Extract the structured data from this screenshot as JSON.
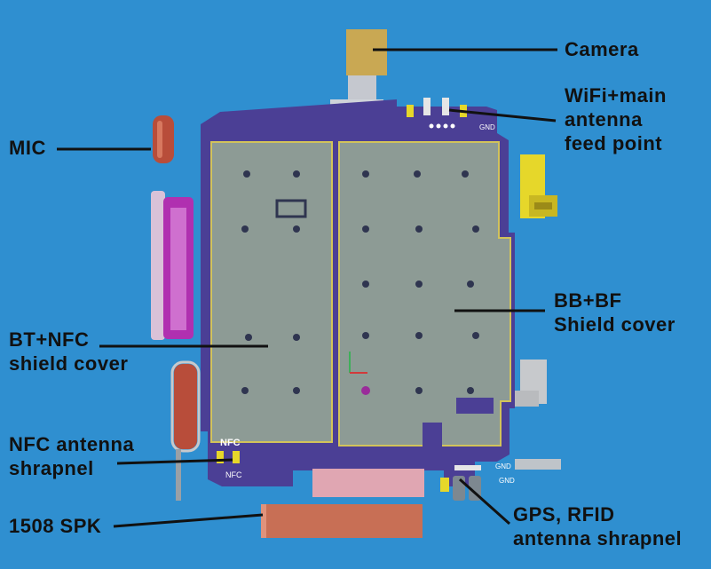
{
  "labels": {
    "camera": "Camera",
    "wifi_line1": "WiFi+main",
    "wifi_line2": "antenna",
    "wifi_line3": "feed point",
    "mic": "MIC",
    "bb_line1": "BB+BF",
    "bb_line2": "Shield cover",
    "bt_line1": "BT+NFC",
    "bt_line2": "shield cover",
    "nfc_line1": "NFC antenna",
    "nfc_line2": "shrapnel",
    "spk": "1508 SPK",
    "gps_line1": "GPS, RFID",
    "gps_line2": "antenna shrapnel"
  },
  "silkscreen": {
    "nfc_top": "NFC",
    "nfc_bottom": "NFC",
    "gnd_top": "GND",
    "gnd_right": "GND",
    "gnd_br": "GND"
  },
  "colors": {
    "background": "#2f8fd0",
    "pcb": "#4b3f95",
    "shield": "#8d9b95",
    "speaker": "#c86f55",
    "camera": "#c9a853",
    "connector_yellow": "#e8d92b",
    "mic": "#b84d3a",
    "purple_part": "#b030b0"
  }
}
